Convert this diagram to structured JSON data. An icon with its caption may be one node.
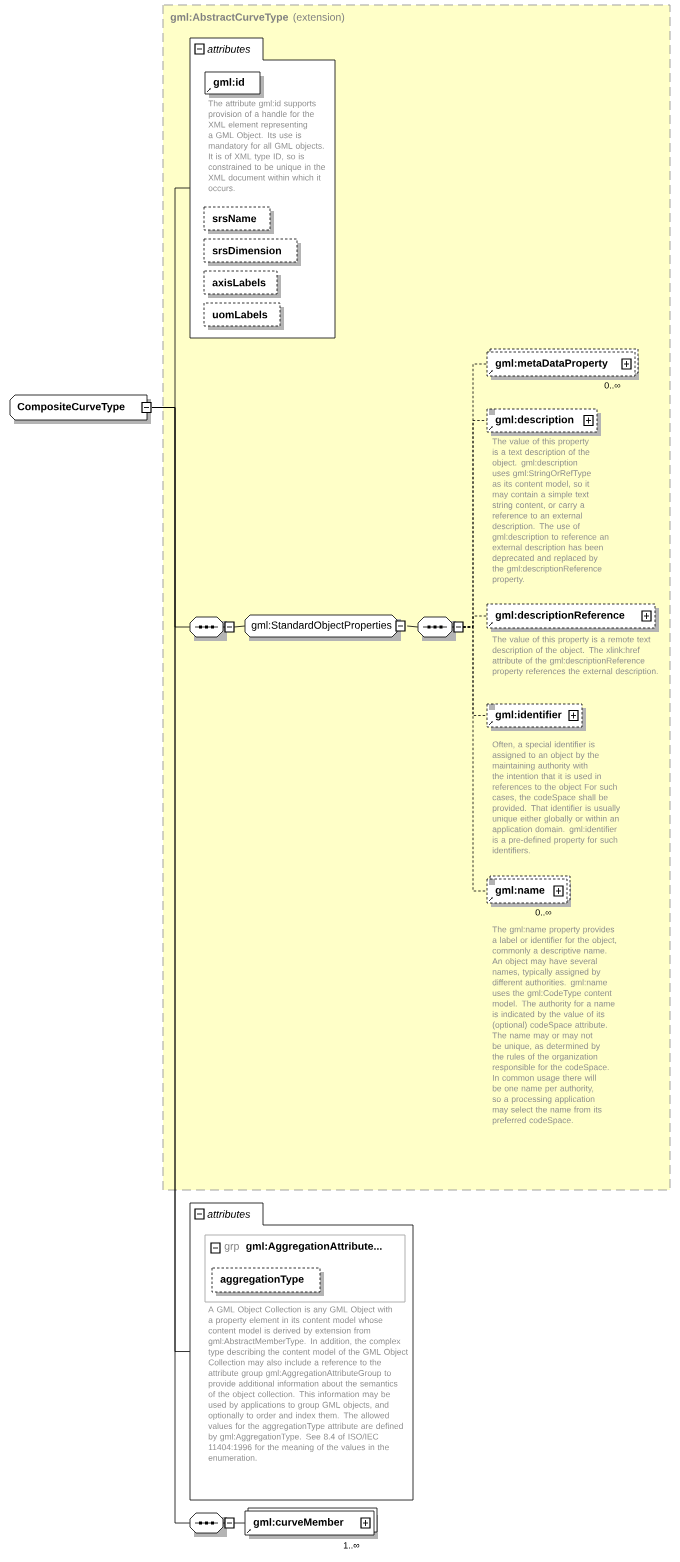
{
  "diagram": {
    "nodes": [
      {
        "text": [
          "CompositeCurveType"
        ]
      },
      {
        "text": [
          "gml:AbstractCurveType",
          "(extension)"
        ]
      },
      {
        "text": [
          "attributes"
        ],
        "in": 1
      },
      {
        "text": [
          "gml:id"
        ],
        "in": 2,
        "beside": [
          "The attribute gml:id supports provision of a handle for the XML element representing a GML Object. Its use is mandatory for all GML objects. It is of XML type ID, so is constrained to be unique in the XML document within which it occurs."
        ]
      },
      {
        "text": [
          "srsName"
        ],
        "in": 2
      },
      {
        "text": [
          "srsDimension"
        ],
        "in": 2
      },
      {
        "text": [
          "axisLabels"
        ],
        "in": 2
      },
      {
        "text": [
          "uomLabels"
        ],
        "in": 2
      },
      {
        "text": [],
        "shape": "octagon",
        "in": 1
      },
      {
        "text": [
          "gml:StandardObjectProperties"
        ],
        "in": 1
      },
      {
        "text": [],
        "shape": "octagon",
        "in": 1
      },
      {
        "text": [
          "gml:metaDataProperty"
        ],
        "in": 1,
        "beside": [
          "0..∞"
        ]
      },
      {
        "text": [
          "gml:description"
        ],
        "in": 1,
        "beside": [
          "The value of this property is a text description of the object. gml:description uses gml:StringOrRefType as its content model, so it may contain a simple text string content, or carry a reference to an external description. The use of gml:description to reference an external description has been deprecated and replaced by the gml:descriptionReference property."
        ]
      },
      {
        "text": [
          "gml:descriptionReference"
        ],
        "in": 1,
        "beside": [
          "The value of this property is a remote text description of the object. The xlink:href attribute of the gml:descriptionReference property references the external description."
        ]
      },
      {
        "text": [
          "gml:identifier"
        ],
        "in": 1,
        "beside": [
          "Often, a special identifier is assigned to an object by the maintaining authority with the intention that it is used in references to the object For such cases, the codeSpace shall be provided. That identifier is usually unique either globally or within an application domain. gml:identifier is a pre-defined property for such identifiers."
        ]
      },
      {
        "text": [
          "gml:name"
        ],
        "in": 1,
        "beside": [
          "0..∞",
          "The gml:name property provides a label or identifier for the object, commonly a descriptive name. An object may have several names, typically assigned by different authorities. gml:name uses the gml:CodeType content model.  The authority for a name is indicated by the value of its (optional) codeSpace attribute.  The name may or may not be unique, as determined by the rules of the organization responsible for the codeSpace.  In common usage there will be one name per authority, so a processing application may select the name from its preferred codeSpace."
        ]
      },
      {
        "text": [
          "attributes"
        ]
      },
      {
        "text": [
          "grp",
          "gml:AggregationAttribute..."
        ],
        "in": 16,
        "beside": [
          "A GML Object Collection is any GML Object with a property element in its content model whose content model is derived by extension from gml:AbstractMemberType. In addition, the complex type describing the content model of the GML Object Collection may also include a reference to the attribute group gml:AggregationAttributeGroup to provide additional information about the semantics of the object collection.  This information may be used by applications to group GML objects, and optionally to order and index them. The allowed values for the aggregationType attribute are defined by gml:AggregationType. See 8.4 of ISO/IEC 11404:1996 for the meaning of the values in the enumeration."
        ]
      },
      {
        "text": [
          "aggregationType"
        ],
        "in": 17
      },
      {
        "text": [],
        "shape": "octagon"
      },
      {
        "text": [
          "gml:curveMember"
        ],
        "beside": [
          "1..∞"
        ]
      }
    ],
    "edges": [
      {
        "from": 0,
        "to": 2,
        "arrow": "none"
      },
      {
        "from": 0,
        "to": 8,
        "arrow": "none"
      },
      {
        "from": 8,
        "to": 9,
        "arrow": "none"
      },
      {
        "from": 9,
        "to": 10,
        "arrow": "none"
      },
      {
        "from": 10,
        "to": 11,
        "arrow": "none",
        "style": "dashed"
      },
      {
        "from": 10,
        "to": 12,
        "arrow": "none",
        "style": "dashed"
      },
      {
        "from": 10,
        "to": 13,
        "arrow": "none",
        "style": "dashed"
      },
      {
        "from": 10,
        "to": 14,
        "arrow": "none",
        "style": "dashed"
      },
      {
        "from": 10,
        "to": 15,
        "arrow": "none",
        "style": "dashed"
      },
      {
        "from": 0,
        "to": 16,
        "arrow": "none"
      },
      {
        "from": 0,
        "to": 19,
        "arrow": "none"
      },
      {
        "from": 19,
        "to": 20,
        "arrow": "none"
      }
    ]
  }
}
